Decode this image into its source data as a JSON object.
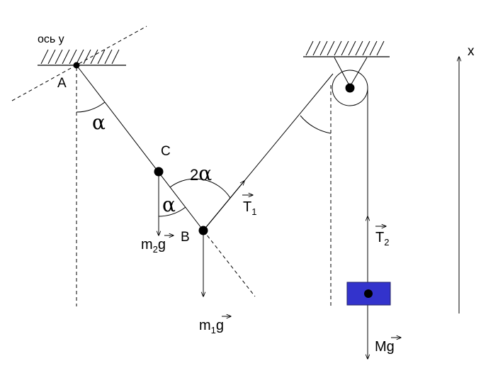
{
  "labels": {
    "axis_y": "ось y",
    "axis_x": "x",
    "point_a": "A",
    "point_b": "B",
    "point_c": "C",
    "alpha": "α",
    "two": "2",
    "m": "m",
    "sub_1": "1",
    "sub_2": "2",
    "g": "g",
    "T": "T",
    "M": "M"
  },
  "colors": {
    "line": "#000000",
    "block_fill": "#3333cc",
    "block_stroke": "#222266"
  }
}
